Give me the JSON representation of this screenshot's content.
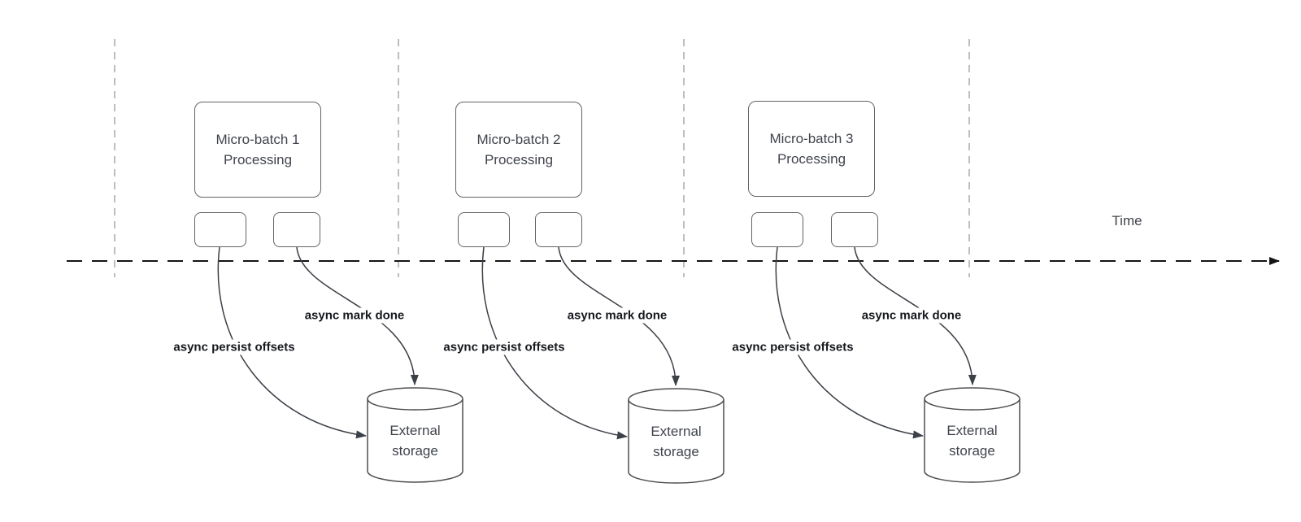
{
  "colors": {
    "background": "#ffffff",
    "box_stroke": "#636363",
    "cylinder_stroke": "#4e4e4e",
    "timeline": "#141414",
    "guide": "#a3a3a3",
    "arrow": "#3c4047",
    "node_text": "#40444b",
    "label_text": "#15181d"
  },
  "timeline": {
    "label": "Time"
  },
  "batches": [
    {
      "name": "Micro-batch 1",
      "subtitle": "Processing",
      "persist_label": "async persist offsets",
      "done_label": "async mark done",
      "storage_label": "External storage"
    },
    {
      "name": "Micro-batch 2",
      "subtitle": "Processing",
      "persist_label": "async persist offsets",
      "done_label": "async mark done",
      "storage_label": "External storage"
    },
    {
      "name": "Micro-batch 3",
      "subtitle": "Processing",
      "persist_label": "async persist offsets",
      "done_label": "async mark done",
      "storage_label": "External storage"
    }
  ]
}
